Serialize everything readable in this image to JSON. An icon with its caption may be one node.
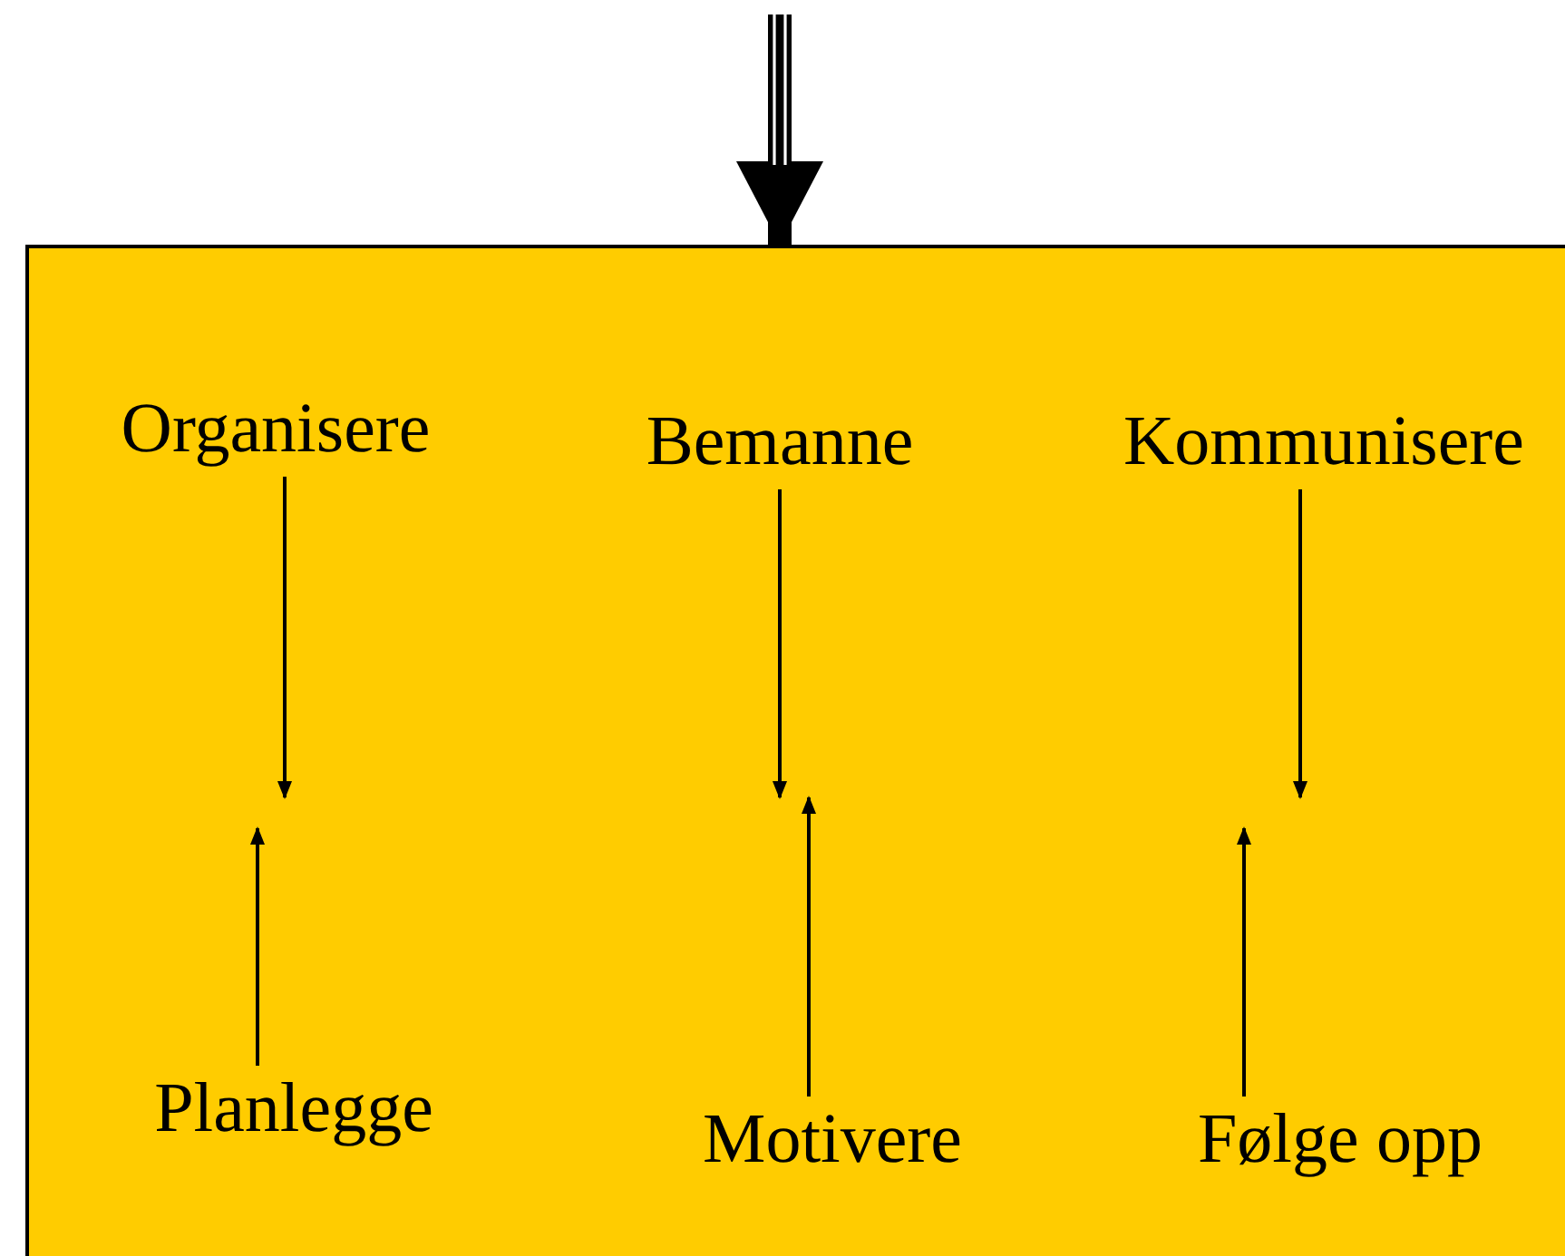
{
  "diagram": {
    "nodes": [
      {
        "text": [],
        "shape": "box"
      },
      {
        "text": [
          "Organisere"
        ],
        "in": 0
      },
      {
        "text": [
          "Bemanne"
        ],
        "in": 0
      },
      {
        "text": [
          "Kommunisere"
        ],
        "in": 0
      },
      {
        "text": [
          "Planlegge"
        ],
        "in": 0
      },
      {
        "text": [
          "Motivere"
        ],
        "in": 0
      },
      {
        "text": [
          "Følge opp"
        ],
        "in": 0
      }
    ],
    "edges": [
      {
        "from": null,
        "to": 0,
        "arrow": "to",
        "style": "thick"
      },
      {
        "from": 1,
        "to": null,
        "arrow": "to"
      },
      {
        "from": 2,
        "to": null,
        "arrow": "to"
      },
      {
        "from": 3,
        "to": null,
        "arrow": "to"
      },
      {
        "from": 4,
        "to": null,
        "arrow": "to"
      },
      {
        "from": 5,
        "to": null,
        "arrow": "to"
      },
      {
        "from": 6,
        "to": null,
        "arrow": "to"
      }
    ]
  }
}
